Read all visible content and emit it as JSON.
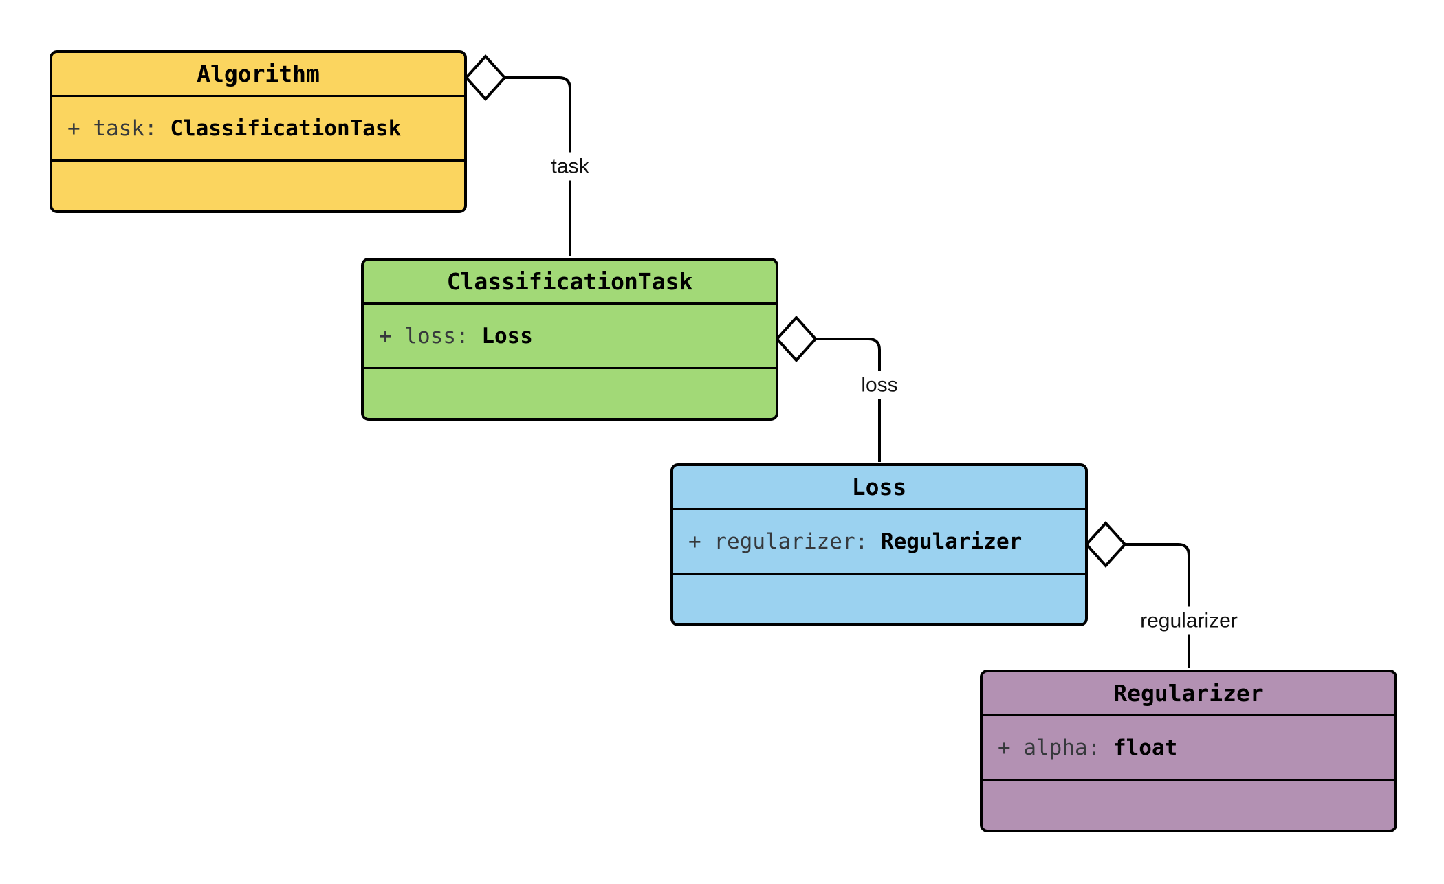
{
  "diagram_type": "uml-class-diagram",
  "background_color": "#ffffff",
  "classes": [
    {
      "title": "Algorithm",
      "attr_name": "+ task: ",
      "attr_type": "ClassificationTask",
      "methods": "",
      "fill": "#FBD55F"
    },
    {
      "title": "ClassificationTask",
      "attr_name": "+ loss: ",
      "attr_type": "Loss",
      "methods": "",
      "fill": "#A2D977"
    },
    {
      "title": "Loss",
      "attr_name": "+ regularizer: ",
      "attr_type": "Regularizer",
      "methods": "",
      "fill": "#9BD2F0"
    },
    {
      "title": "Regularizer",
      "attr_name": "+ alpha: ",
      "attr_type": "float",
      "methods": "",
      "fill": "#B391B3"
    }
  ],
  "relations": [
    {
      "label": "task",
      "from": "Algorithm",
      "to": "ClassificationTask",
      "kind": "aggregation"
    },
    {
      "label": "loss",
      "from": "ClassificationTask",
      "to": "Loss",
      "kind": "aggregation"
    },
    {
      "label": "regularizer",
      "from": "Loss",
      "to": "Regularizer",
      "kind": "aggregation"
    }
  ],
  "colors": {
    "border": "#000000",
    "line": "#000000",
    "diamond_fill": "#ffffff",
    "attr_name_text": "#36393c",
    "attr_type_text": "#000000",
    "edge_label_text": "#111111"
  }
}
